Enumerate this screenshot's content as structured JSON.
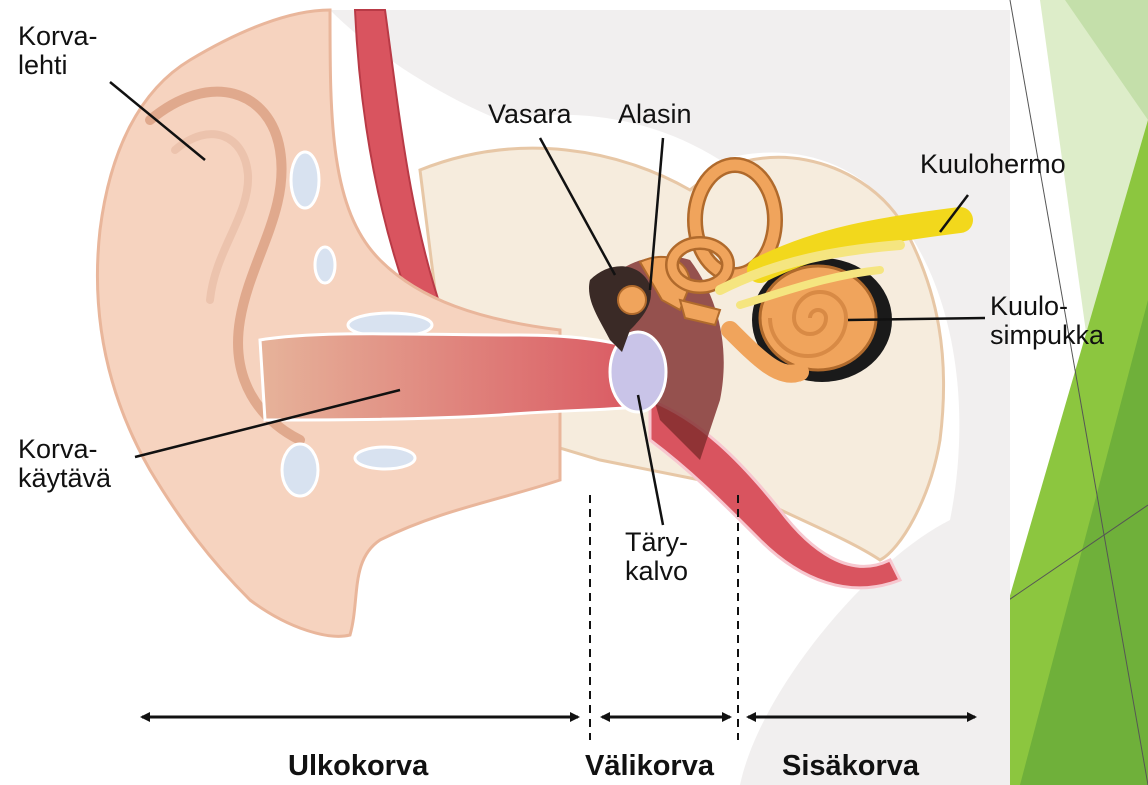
{
  "labels": {
    "korvalehti": [
      "Korva-",
      "lehti"
    ],
    "vasara": "Vasara",
    "alasin": "Alasin",
    "kuulohermo": "Kuulohermo",
    "kuulosimpukka": [
      "Kuulo-",
      "simpukka"
    ],
    "korvakaytava": [
      "Korva-",
      "käytävä"
    ],
    "tarykalvo": [
      "Täry-",
      "kalvo"
    ]
  },
  "sections": {
    "ulkokorva": "Ulkokorva",
    "valikorva": "Välikorva",
    "sisakorva": "Sisäkorva"
  },
  "colors": {
    "skin": "#f6d3bf",
    "skin_dark": "#e9b69b",
    "canal": "#d96b6b",
    "bone": "#f6ecdd",
    "cartilage": "#d8e2f0",
    "nerve": "#f2d81c",
    "ossicle": "#f0a45c",
    "eardrum": "#c9c4e8",
    "green": "#8cc63f",
    "green_dark": "#5a9e32",
    "green_light": "#d7eac0"
  }
}
